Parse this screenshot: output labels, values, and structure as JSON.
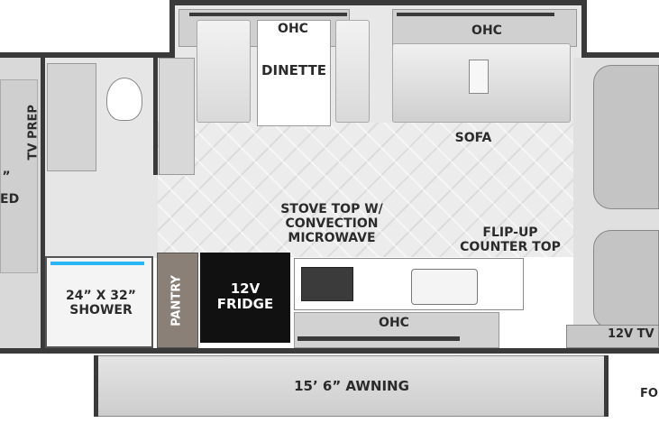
{
  "labels": {
    "ohc_dinette": "OHC",
    "ohc_sofa": "OHC",
    "dinette": "DINETTE",
    "sofa": "SOFA",
    "tv_prep": "TV PREP",
    "bed_partial_top": "”",
    "bed_partial": "ED",
    "stove": "STOVE TOP W/\nCONVECTION\nMICROWAVE",
    "flip_up": "FLIP-UP\nCOUNTER TOP",
    "shower": "24” X 32”\nSHOWER",
    "pantry": "PANTRY",
    "fridge": "12V\nFRIDGE",
    "ohc_galley": "OHC",
    "tv_front": "12V TV",
    "awning": "15’ 6” AWNING",
    "front_partial": "FO"
  },
  "colors": {
    "wall": "#3a3a3a",
    "floor": "#ececec",
    "fridge": "#111111",
    "shower_accent": "#29b6f6"
  }
}
